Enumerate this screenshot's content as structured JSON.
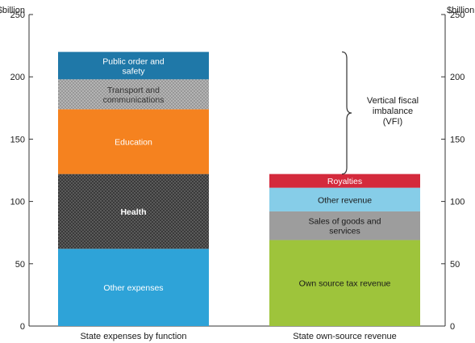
{
  "chart_data": {
    "type": "bar",
    "stacked": true,
    "y_unit_left": "$billion",
    "y_unit_right": "$billion",
    "ylim": [
      0,
      250
    ],
    "yticks": [
      0,
      50,
      100,
      150,
      200,
      250
    ],
    "grid": false,
    "categories": [
      "State expenses by function",
      "State own-source revenue"
    ],
    "bars": [
      {
        "category": "State expenses by function",
        "segments": [
          {
            "label": "Other expenses",
            "value": 62,
            "color": "#2ea3d8",
            "text_color": "#ffffff",
            "pattern": "none"
          },
          {
            "label": "Health",
            "value": 60,
            "color": "#3a3a3a",
            "text_color": "#ffffff",
            "pattern": "dots-light",
            "bold": true
          },
          {
            "label": "Education",
            "value": 52,
            "color": "#f5821f",
            "text_color": "#ffffff",
            "pattern": "none"
          },
          {
            "label": "Transport and communications",
            "value": 24,
            "color": "#a8a8a8",
            "text_color": "#333333",
            "pattern": "dots-dark"
          },
          {
            "label": "Public order and safety",
            "value": 22,
            "color": "#1f78a8",
            "text_color": "#ffffff",
            "pattern": "none"
          }
        ]
      },
      {
        "category": "State own-source revenue",
        "segments": [
          {
            "label": "Own source tax revenue",
            "value": 69,
            "color": "#9ec43b",
            "text_color": "#1a1a1a",
            "pattern": "none"
          },
          {
            "label": "Sales of goods and services",
            "value": 23,
            "color": "#9d9d9d",
            "text_color": "#1a1a1a",
            "pattern": "none"
          },
          {
            "label": "Other revenue",
            "value": 19,
            "color": "#86cde8",
            "text_color": "#1a1a1a",
            "pattern": "none"
          },
          {
            "label": "Royalties",
            "value": 11,
            "color": "#d42a3c",
            "text_color": "#ffffff",
            "pattern": "none"
          }
        ]
      }
    ],
    "annotation": {
      "text": "Vertical fiscal imbalance (VFI)",
      "from": 122,
      "to": 220
    }
  }
}
